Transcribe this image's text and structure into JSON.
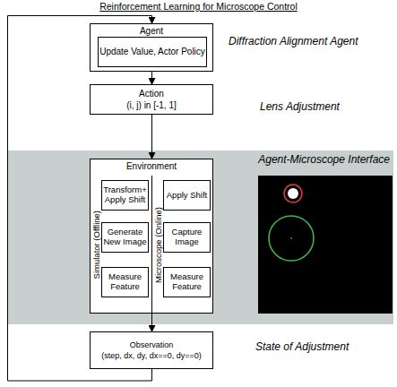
{
  "diagram": {
    "title": "Reinforcement Learning for Microscope Control",
    "nodes": [
      {
        "text": [
          "Agent"
        ]
      },
      {
        "text": [
          "Update Value, Actor Policy"
        ],
        "in": 0
      },
      {
        "text": [
          "Action",
          "(i, j) in [-1, 1]"
        ]
      },
      {
        "text": [
          "Agent-Microscope Interface"
        ]
      },
      {
        "text": [
          "Environment"
        ],
        "in": 3
      },
      {
        "text": [
          "Simulator (Offline)"
        ],
        "in": 4
      },
      {
        "text": [
          "Microscope (Online)"
        ],
        "in": 4
      },
      {
        "text": [
          "Transform+ Apply Shift"
        ],
        "in": 5
      },
      {
        "text": [
          "Generate New Image"
        ],
        "in": 5
      },
      {
        "text": [
          "Measure Feature"
        ],
        "in": 5
      },
      {
        "text": [
          "Apply Shift"
        ],
        "in": 6
      },
      {
        "text": [
          "Capture Image"
        ],
        "in": 6
      },
      {
        "text": [
          "Measure Feature"
        ],
        "in": 6
      },
      {
        "text": [
          "Observation",
          "(step, dx, dy, dx==0, dy==0)"
        ]
      }
    ],
    "edges": [
      {
        "from": 0,
        "to": 2,
        "arrow": "to"
      },
      {
        "from": 2,
        "to": 4,
        "arrow": "to"
      },
      {
        "from": 4,
        "to": 13,
        "arrow": "to"
      },
      {
        "from": 13,
        "to": 0,
        "arrow": "to"
      }
    ],
    "labels": [
      "Diffraction Alignment Agent",
      "Lens Adjustment",
      "State of Adjustment"
    ]
  }
}
